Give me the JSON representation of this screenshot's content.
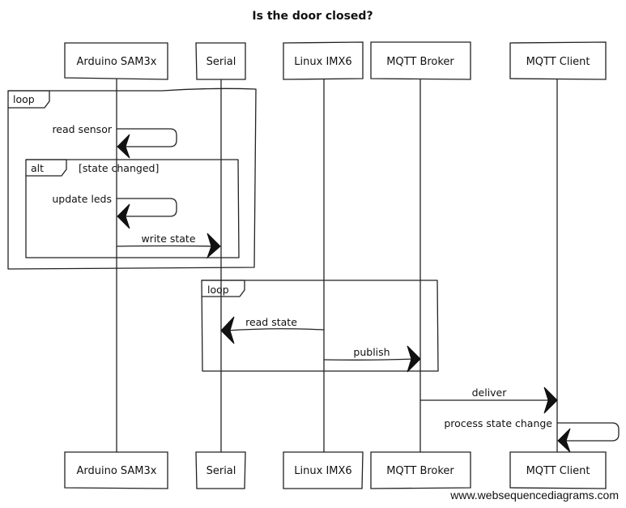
{
  "title": "Is the door closed?",
  "participants": [
    {
      "id": "arduino",
      "label": "Arduino SAM3x"
    },
    {
      "id": "serial",
      "label": "Serial"
    },
    {
      "id": "linux",
      "label": "Linux IMX6"
    },
    {
      "id": "broker",
      "label": "MQTT Broker"
    },
    {
      "id": "client",
      "label": "MQTT Client"
    }
  ],
  "frames": [
    {
      "kind": "loop",
      "label": "loop",
      "condition": ""
    },
    {
      "kind": "alt",
      "label": "alt",
      "condition": "[state changed]"
    },
    {
      "kind": "loop",
      "label": "loop",
      "condition": ""
    }
  ],
  "messages": [
    {
      "from": "arduino",
      "to": "arduino",
      "label": "read sensor"
    },
    {
      "from": "arduino",
      "to": "arduino",
      "label": "update leds"
    },
    {
      "from": "arduino",
      "to": "serial",
      "label": "write state"
    },
    {
      "from": "linux",
      "to": "serial",
      "label": "read state"
    },
    {
      "from": "linux",
      "to": "broker",
      "label": "publish"
    },
    {
      "from": "broker",
      "to": "client",
      "label": "deliver"
    },
    {
      "from": "client",
      "to": "client",
      "label": "process state change"
    }
  ],
  "watermark": "www.websequencediagrams.com"
}
